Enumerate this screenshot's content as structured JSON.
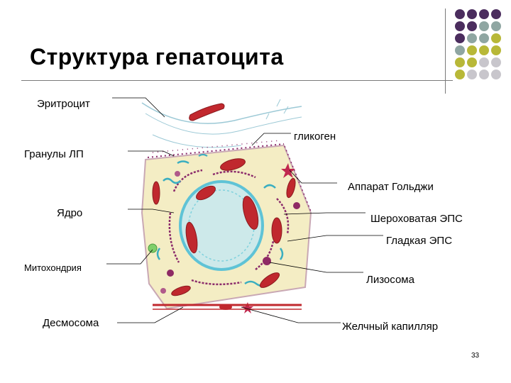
{
  "title": "Структура гепатоцита",
  "labels": {
    "erythrocyte": "Эритроцит",
    "glycogen": "гликоген",
    "lipoprotein_granules": "Гранулы ЛП",
    "golgi": "Аппарат Гольджи",
    "nucleus": "Ядро",
    "rough_er": "Шероховатая ЭПС",
    "smooth_er": "Гладкая ЭПС",
    "mitochondrion": "Митохондрия",
    "lysosome": "Лизосома",
    "desmosome": "Десмосома",
    "bile_canaliculus": "Желчный капилляр"
  },
  "page_number": "33",
  "colors": {
    "dot_purple": "#4b2d5e",
    "dot_teal": "#8fa6a2",
    "dot_olive": "#b8b838",
    "dot_gray": "#c8c6cc",
    "cytoplasm": "#f4edc4",
    "mitochondria": "#c0282e",
    "nucleus": "#5fc3d6"
  }
}
